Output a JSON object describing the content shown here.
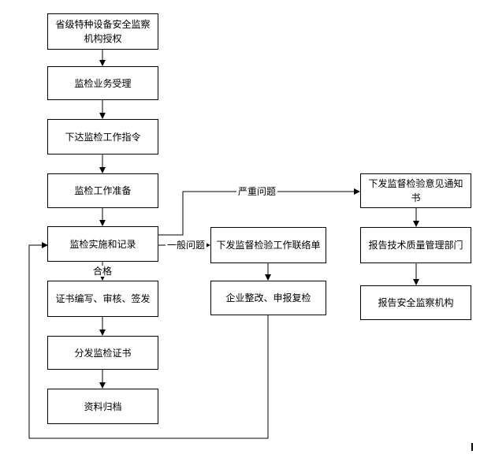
{
  "boxes": {
    "provincial_auth": "省级特种设备安全监察机构授权",
    "accept": "监检业务受理",
    "issue_instruction": "下达监检工作指令",
    "prepare": "监检工作准备",
    "implement": "监检实施和记录",
    "cert_compile": "证书编写、审核、签发",
    "distribute": "分发监检证书",
    "archive": "资料归档",
    "contact_sheet": "下发监督检验工作联络单",
    "rectify": "企业整改、申报复检",
    "opinion_notice": "下发监督检验意见通知书",
    "report_tech": "报告技术质量管理部门",
    "report_safety": "报告安全监察机构"
  },
  "labels": {
    "serious": "严重问题",
    "general": "一般问题",
    "qualified": "合格"
  }
}
